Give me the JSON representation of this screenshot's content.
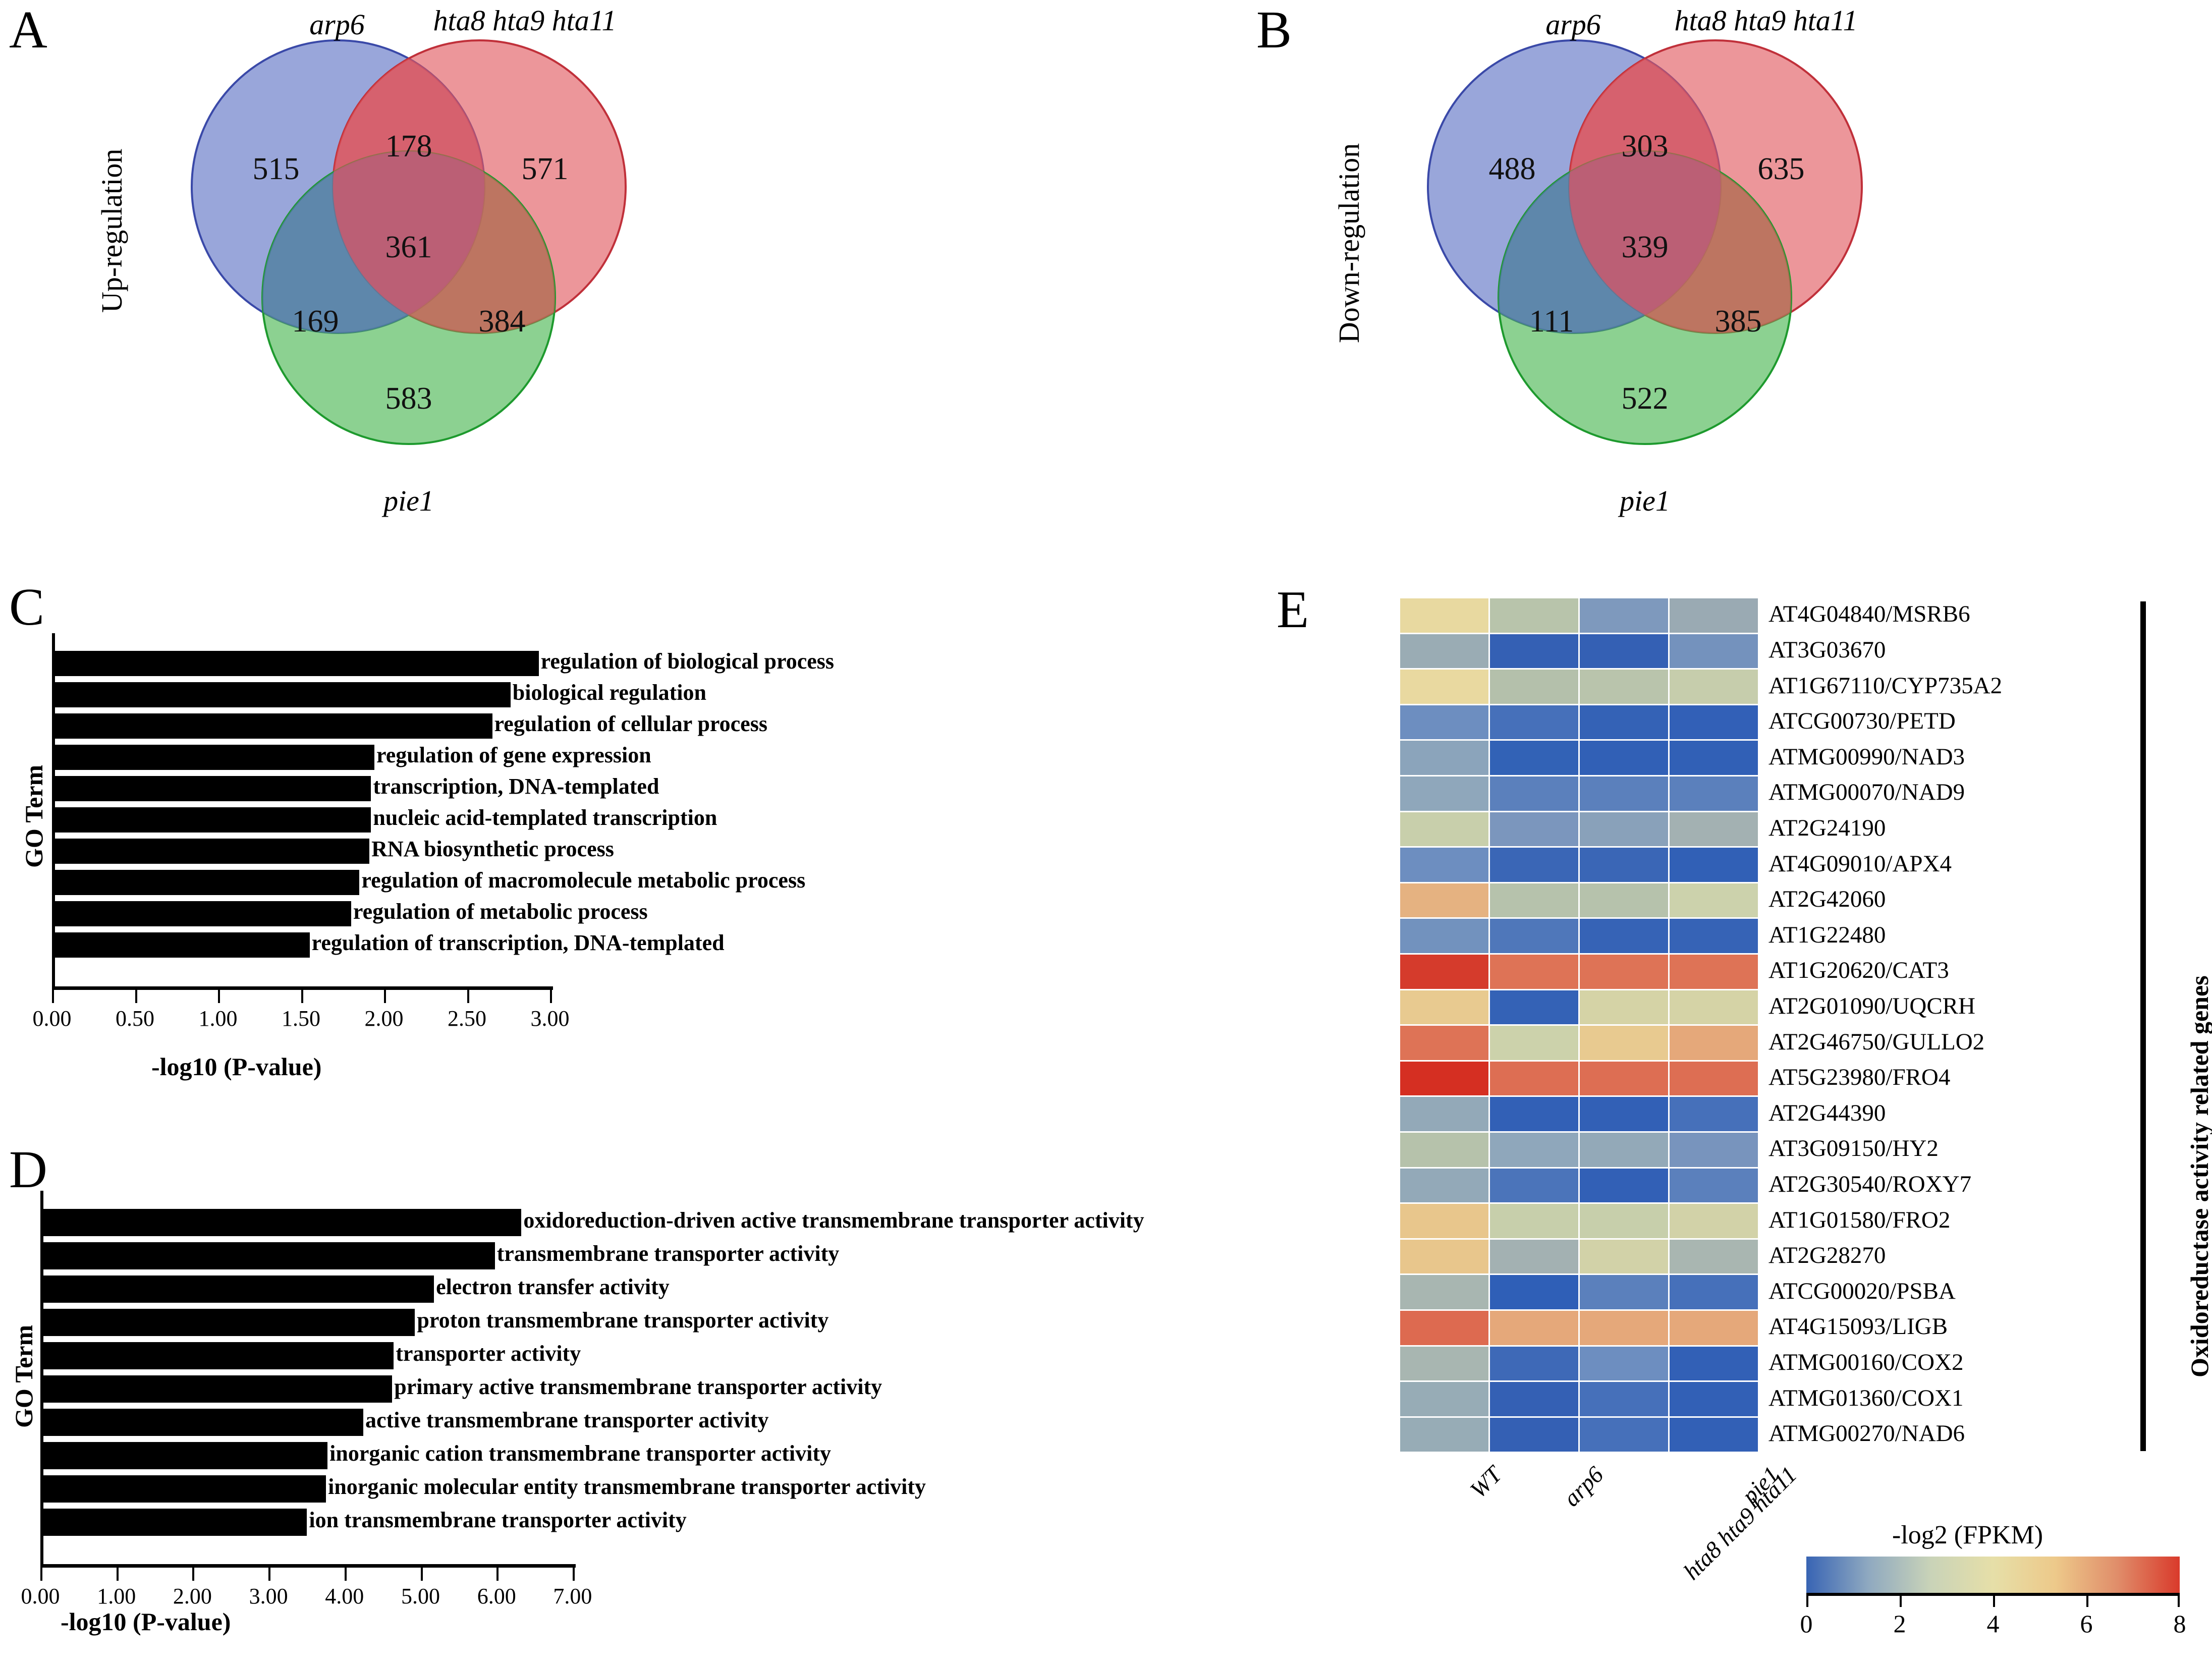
{
  "panels": {
    "a": "A",
    "b": "B",
    "c": "C",
    "d": "D",
    "e": "E"
  },
  "venn": [
    {
      "id": "A",
      "side_label": "Up-regulation",
      "sets": {
        "blue": "arp6",
        "red": "hta8 hta9 hta11",
        "green": "pie1"
      },
      "regions": {
        "blue_only": "515",
        "red_only": "571",
        "green_only": "583",
        "blue_red": "178",
        "blue_green": "169",
        "red_green": "384",
        "all_three": "361"
      }
    },
    {
      "id": "B",
      "side_label": "Down-regulation",
      "sets": {
        "blue": "arp6",
        "red": "hta8 hta9 hta11",
        "green": "pie1"
      },
      "regions": {
        "blue_only": "488",
        "red_only": "635",
        "green_only": "522",
        "blue_red": "303",
        "blue_green": "111",
        "red_green": "385",
        "all_three": "339"
      }
    }
  ],
  "chart_data": [
    {
      "panel": "C",
      "type": "bar",
      "orientation": "horizontal",
      "title": "",
      "xlabel": "-log10 (P-value)",
      "ylabel": "GO Term",
      "xlim": [
        0,
        3.0
      ],
      "xticks": [
        "0.00",
        "0.50",
        "1.00",
        "1.50",
        "2.00",
        "2.50",
        "3.00"
      ],
      "xtickvals": [
        0,
        0.5,
        1.0,
        1.5,
        2.0,
        2.5,
        3.0
      ],
      "grid": false,
      "legend": "none",
      "bar_color": "#000000",
      "categories": [
        "regulation of biological process",
        "biological regulation",
        "regulation of cellular process",
        "regulation of gene expression",
        "transcription, DNA-templated",
        "nucleic acid-templated transcription",
        "RNA biosynthetic process",
        "regulation of macromolecule metabolic process",
        "regulation of metabolic process",
        "regulation of transcription, DNA-templated"
      ],
      "values": [
        2.92,
        2.75,
        2.64,
        1.93,
        1.91,
        1.91,
        1.9,
        1.84,
        1.79,
        1.54
      ]
    },
    {
      "panel": "D",
      "type": "bar",
      "orientation": "horizontal",
      "title": "",
      "xlabel": "-log10 (P-value)",
      "ylabel": "GO Term",
      "xlim": [
        0,
        7.0
      ],
      "xticks": [
        "0.00",
        "1.00",
        "2.00",
        "3.00",
        "4.00",
        "5.00",
        "6.00",
        "7.00"
      ],
      "xtickvals": [
        0,
        1,
        2,
        3,
        4,
        5,
        6,
        7
      ],
      "grid": false,
      "legend": "none",
      "bar_color": "#000000",
      "categories": [
        "oxidoreduction-driven active transmembrane transporter activity",
        "transmembrane transporter activity",
        "electron transfer activity",
        "proton transmembrane transporter activity",
        "transporter activity",
        "primary active transmembrane transporter activity",
        "active transmembrane transporter activity",
        "inorganic cation transmembrane transporter activity",
        "inorganic molecular entity transmembrane transporter activity",
        "ion transmembrane transporter activity"
      ],
      "values": [
        6.3,
        5.95,
        5.15,
        4.9,
        4.62,
        4.6,
        4.22,
        3.75,
        3.73,
        3.48
      ]
    },
    {
      "panel": "E",
      "type": "heatmap",
      "title": "",
      "colorbar_label": "-log2 (FPKM)",
      "colorbar_ticks": [
        "0",
        "2",
        "4",
        "6",
        "8"
      ],
      "colorbar_range": [
        0,
        8
      ],
      "colorbar_colors": [
        "#3864b4",
        "#8fa9c0",
        "#c9d3b8",
        "#e6dfa8",
        "#edc98a",
        "#e08d6a",
        "#d93a2b"
      ],
      "group_label": "Oxidoreductase activity related genes",
      "columns": [
        "WT",
        "arp6",
        "hta8 hta9 hta11",
        "pie1"
      ],
      "rows": [
        "AT4G04840/MSRB6",
        "AT3G03670",
        "AT1G67110/CYP735A2",
        "ATCG00730/PETD",
        "ATMG00990/NAD3",
        "ATMG00070/NAD9",
        "AT2G24190",
        "AT4G09010/APX4",
        "AT2G42060",
        "AT1G22480",
        "AT1G20620/CAT3",
        "AT2G01090/UQCRH",
        "AT2G46750/GULLO2",
        "AT5G23980/FRO4",
        "AT2G44390",
        "AT3G09150/HY2",
        "AT2G30540/ROXY7",
        "AT1G01580/FRO2",
        "AT2G28270",
        "ATCG00020/PSBA",
        "AT4G15093/LIGB",
        "ATMG00160/COX2",
        "ATMG01360/COX1",
        "ATMG00270/NAD6"
      ],
      "cells": [
        [
          "#e8d9a0",
          "#b8c4ab",
          "#7e99bd",
          "#9aaab3"
        ],
        [
          "#9aacb4",
          "#3460b4",
          "#3460b4",
          "#7492bd"
        ],
        [
          "#e9d9a0",
          "#b4c0ab",
          "#b9c4ac",
          "#c6cdac"
        ],
        [
          "#6d8ec0",
          "#4670ba",
          "#3462b6",
          "#3260b7"
        ],
        [
          "#8ba4bb",
          "#3262b6",
          "#3160b6",
          "#3160b6"
        ],
        [
          "#8fa7bb",
          "#5b80bc",
          "#5b80bc",
          "#5b80bc"
        ],
        [
          "#c8cfab",
          "#7b96bd",
          "#89a1ba",
          "#a3b1b2"
        ],
        [
          "#6d8ec0",
          "#3a66b6",
          "#3a66b6",
          "#3160b6"
        ],
        [
          "#e5b281",
          "#b6c2ac",
          "#b6c2ac",
          "#ccd2ac"
        ],
        [
          "#7292be",
          "#4f77ba",
          "#3663b6",
          "#3663b6"
        ],
        [
          "#d53b2c",
          "#de7356",
          "#de7356",
          "#de7356"
        ],
        [
          "#e8ca90",
          "#3462b6",
          "#d5d3a6",
          "#d5d3a6"
        ],
        [
          "#de7356",
          "#ccd2ab",
          "#e8ca90",
          "#e5a87a"
        ],
        [
          "#d52f22",
          "#dd6e53",
          "#dd6e53",
          "#dd6e53"
        ],
        [
          "#93a9b8",
          "#3260b6",
          "#3260b6",
          "#4670ba"
        ],
        [
          "#b6c2ab",
          "#8fa7bb",
          "#93a9b8",
          "#7894bd"
        ],
        [
          "#93a9b8",
          "#4b74ba",
          "#3260b6",
          "#5b80bc"
        ],
        [
          "#e8c68c",
          "#c7cfab",
          "#c7cfab",
          "#d2d2a8"
        ],
        [
          "#e8c68c",
          "#a3b1b2",
          "#d2d2a8",
          "#a9b6b1"
        ],
        [
          "#a8b6b1",
          "#2f5fb7",
          "#5b80bc",
          "#4670ba"
        ],
        [
          "#dd6a50",
          "#e5a87a",
          "#e5a87a",
          "#e5a87a"
        ],
        [
          "#a8b6b1",
          "#3e69b7",
          "#6d8ec0",
          "#3260b6"
        ],
        [
          "#97acb6",
          "#3460b4",
          "#4670ba",
          "#3260b6"
        ],
        [
          "#97acb6",
          "#3460b4",
          "#4670ba",
          "#3260b6"
        ]
      ]
    }
  ]
}
